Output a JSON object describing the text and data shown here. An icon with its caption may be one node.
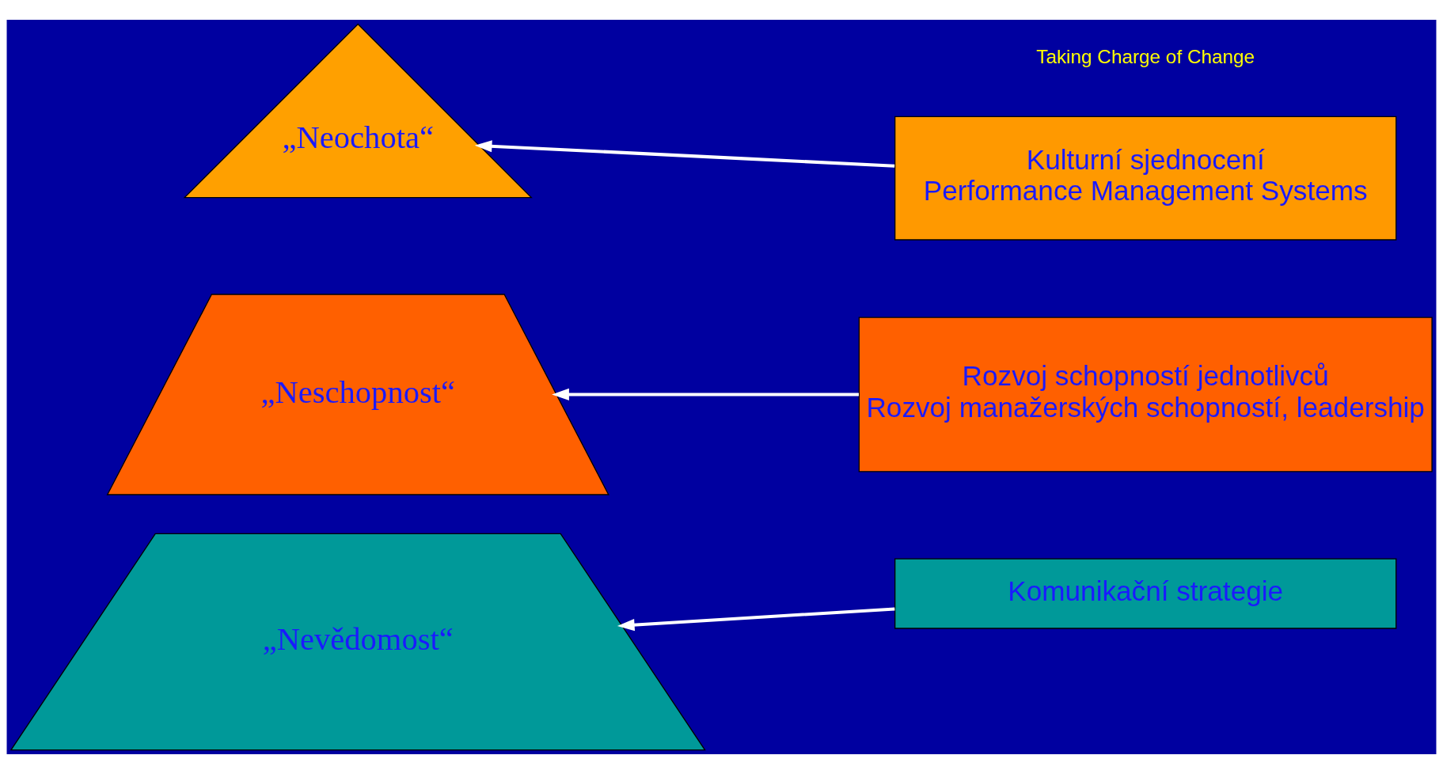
{
  "diagram": {
    "nodes": [
      {
        "text": [
          "„Neochota“"
        ]
      },
      {
        "text": [
          "„Neschopnost“"
        ]
      },
      {
        "text": [
          "„Nevědomost“"
        ]
      },
      {
        "text": [
          "Kulturní sjednocení",
          "Performance Management Systems"
        ]
      },
      {
        "text": [
          "Rozvoj schopností jednotlivců",
          "Rozvoj manažerských schopností, leadership"
        ]
      },
      {
        "text": [
          "Komunikační strategie"
        ]
      }
    ],
    "edges": [
      {
        "from": 3,
        "to": 0,
        "arrow": "to"
      },
      {
        "from": 4,
        "to": 1,
        "arrow": "to"
      },
      {
        "from": 5,
        "to": 2,
        "arrow": "to"
      }
    ],
    "labels": [
      "Taking Charge of Change"
    ]
  }
}
